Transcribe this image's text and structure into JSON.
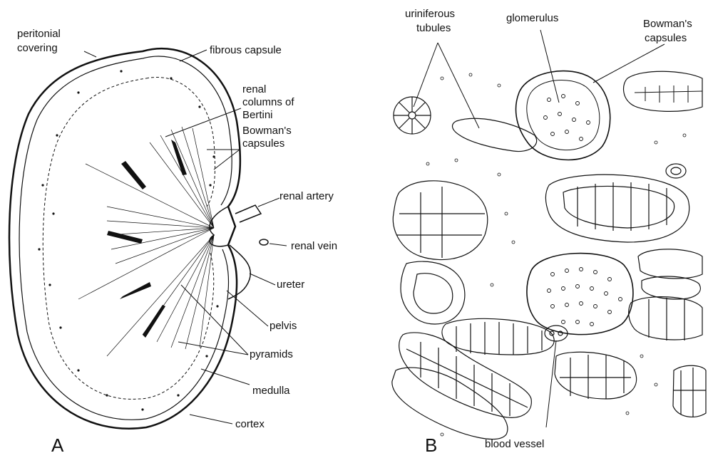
{
  "panels": [
    {
      "letter": "A",
      "labels": {
        "peritonial_covering": [
          "peritonial",
          "covering"
        ],
        "fibrous_capsule": "fibrous capsule",
        "renal_columns": [
          "renal",
          "columns of",
          "Bertini"
        ],
        "bowmans_capsules": [
          "Bowman's",
          "capsules"
        ],
        "renal_artery": "renal artery",
        "renal_vein": "renal vein",
        "ureter": "ureter",
        "pelvis": "pelvis",
        "pyramids": "pyramids",
        "medulla": "medulla",
        "cortex": "cortex"
      }
    },
    {
      "letter": "B",
      "labels": {
        "uriniferous_tubules": [
          "uriniferous",
          "tubules"
        ],
        "glomerulus": "glomerulus",
        "bowmans_capsules": [
          "Bowman's",
          "capsules"
        ],
        "blood_vessel": "blood vessel"
      }
    }
  ]
}
